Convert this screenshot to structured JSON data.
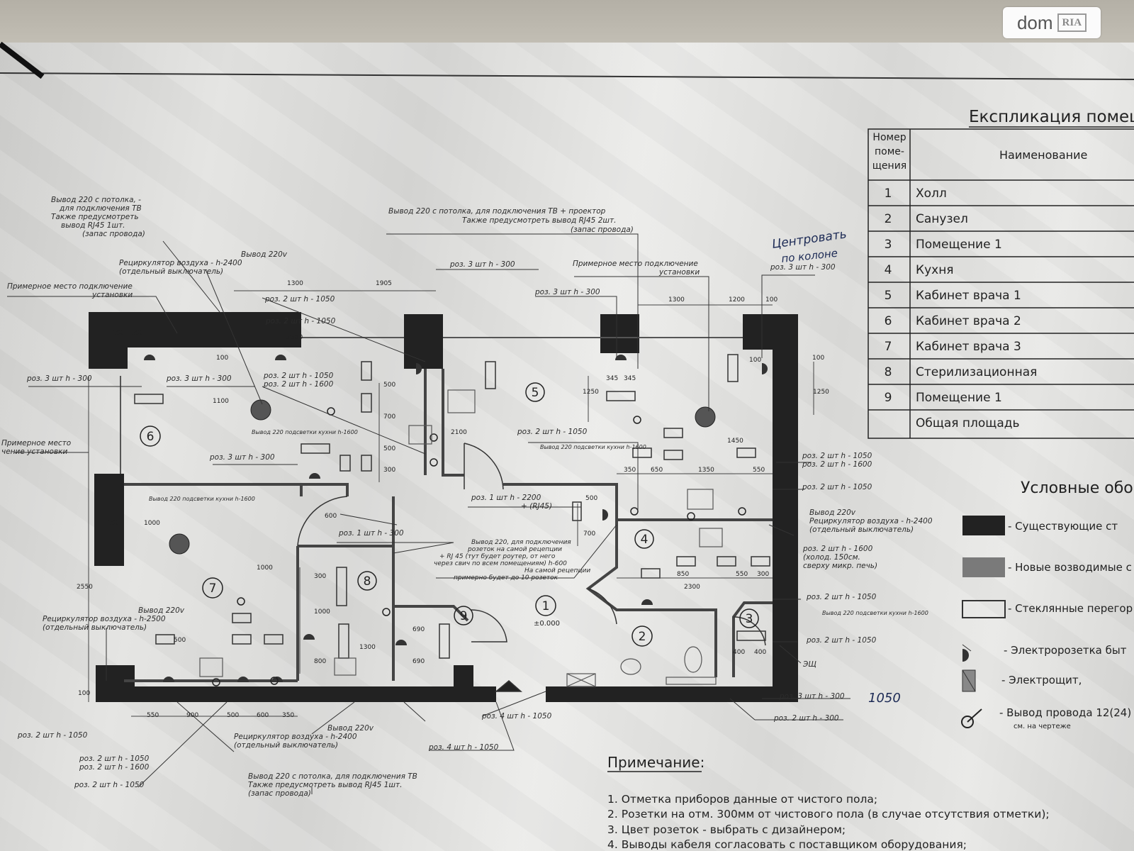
{
  "watermark": {
    "word": "dom",
    "badge": "RIA"
  },
  "rooms_table": {
    "title": "Експликация помеще",
    "header_number": "Номер поме-щения",
    "header_name": "Наименование",
    "rows": [
      {
        "num": "1",
        "name": "Холл"
      },
      {
        "num": "2",
        "name": "Санузел"
      },
      {
        "num": "3",
        "name": "Помещение 1"
      },
      {
        "num": "4",
        "name": "Кухня"
      },
      {
        "num": "5",
        "name": "Кабинет врача 1"
      },
      {
        "num": "6",
        "name": "Кабинет врача 2"
      },
      {
        "num": "7",
        "name": "Кабинет врача 3"
      },
      {
        "num": "8",
        "name": "Стерилизационная"
      },
      {
        "num": "9",
        "name": "Помещение 1"
      },
      {
        "num": "",
        "name": "Общая площадь"
      }
    ]
  },
  "legend": {
    "title": "Условные обоз",
    "items": [
      {
        "label": "- Существующие ст"
      },
      {
        "label": "- Новые возводимые с"
      },
      {
        "label": "- Стеклянные перегор"
      },
      {
        "label": "- Электророзетка быт"
      },
      {
        "label": "- Электрощит,"
      },
      {
        "label": "- Вывод провода 12(24)",
        "sub": "см. на чертеже"
      }
    ]
  },
  "notes": {
    "title": "Примечание:",
    "lines": [
      "1. Отметка приборов данные от чистого пола;",
      "2. Розетки на отм. 300мм от чистового пола (в случае отсутствия отметки);",
      "3. Цвет розеток - выбрать с дизайнером;",
      "4. Выводы кабеля согласовать с поставщиком оборудования;"
    ]
  },
  "handwritten": {
    "line1": "Центровать",
    "line2": "по колоне",
    "value": "1050"
  },
  "room_numbers": [
    "1",
    "2",
    "3",
    "4",
    "5",
    "6",
    "7",
    "8",
    "9"
  ],
  "elevation": "±0.000",
  "annotations": {
    "a1": [
      "Вывод 220 с потолка, -",
      "для подключения ТВ",
      "Также предусмотреть",
      "вывод RJ45 1шт.",
      "(запас провода)"
    ],
    "a2": [
      "Вывод 220 с потолка, для подключения ТВ + проектор",
      "Также предусмотреть вывод RJ45 2шт.",
      "(запас провода)"
    ],
    "a3": [
      "Вывод 220v",
      "Рециркулятор воздуха - h-2400",
      "(отдельный выключатель)"
    ],
    "a4": [
      "Примерное место подключение",
      "установки"
    ],
    "a5": [
      "Примерное место подключение",
      "установки"
    ],
    "a6": [
      "Примерное место",
      "чение установки"
    ],
    "a7": [
      "Вывод 220v",
      "Рециркулятор воздуха - h-2400",
      "(отдельный выключатель)"
    ],
    "a8": [
      "Вывод 220v",
      "Рециркулятор воздуха - h-2400",
      "(отдельный выключатель)"
    ],
    "a9": [
      "Вывод 220v",
      "Рециркулятор воздуха - h-2500",
      "(отдельный выключатель)"
    ],
    "a10": [
      "Вывод 220 с потолка, для подключения ТВ",
      "Также предусмотреть вывод RJ45 1шт.",
      "(запас провода)"
    ],
    "a11": [
      "Вывод 220, для подключения",
      "розеток на самой рецепции",
      "+ RJ 45 (тут будет роутер, от него",
      "через свич по всем помещениям) h-600",
      "На самой рецепции",
      "примерно будет до 10 розеток"
    ],
    "a12": [
      "роз. 2 шт h - 1600",
      "(холод. 150см.",
      "сверху микр. печь)"
    ],
    "r1": "роз. 2 шт h - 1050",
    "r2": "роз. 2 шт h - 1050",
    "r3": "роз. 3 шт h - 300",
    "r4": "роз. 3 шт h - 300",
    "r5": "роз. 2 шт h - 1050",
    "r6": "роз. 2 шт h - 1600",
    "r7": "роз. 3 шт h - 300",
    "r8": "роз. 3 шт h - 300",
    "r9": "роз. 3 шт h - 300",
    "r10": "роз. 3 шт h - 300",
    "r11": "роз. 2 шт h - 1050",
    "r12": "роз. 1 шт h - 2200",
    "r13": "+ (RJ45)",
    "r14": "роз. 1 шт h - 300",
    "r15": "роз. 2 шт h - 1050",
    "r16": "роз. 2 шт h - 1600",
    "r17": "роз. 2 шт h - 1050",
    "r18": "роз. 2 шт h - 1050",
    "r19": "роз. 2 шт h - 1050",
    "r20": "роз. 3 шт h - 300",
    "r21": "роз. 2 шт h - 300",
    "r22": "роз. 4 шт h - 1050",
    "r23": "роз. 4 шт h - 1050",
    "r24": "роз. 2 шт h - 1050",
    "r25": "роз. 2 шт h - 1050",
    "r26": "роз. 2 шт h - 1600",
    "r27": "роз. 2 шт h - 1050",
    "k1": "Вывод 220 подсветки кухни h-1600",
    "k2": "Вывод 220 подсветки кухни h-1600",
    "k3": "Вывод 220 подсветки кухни h-1600",
    "k4": "Вывод 220 подсветки кухни h-1600",
    "zsh": "ЭЩ"
  },
  "dimensions": [
    "1300",
    "1905",
    "1300",
    "1200",
    "100",
    "100",
    "300",
    "300",
    "100",
    "100",
    "1100",
    "1250",
    "1250",
    "345",
    "345",
    "2100",
    "500",
    "500",
    "700",
    "300",
    "1450",
    "350",
    "650",
    "1350",
    "550",
    "1000",
    "600",
    "1000",
    "2550",
    "850",
    "550",
    "300",
    "2300",
    "400",
    "400",
    "500",
    "700",
    "300",
    "1000",
    "800",
    "1300",
    "690",
    "690",
    "550",
    "900",
    "500",
    "600",
    "350",
    "100",
    "500",
    "100",
    "100",
    "300"
  ]
}
